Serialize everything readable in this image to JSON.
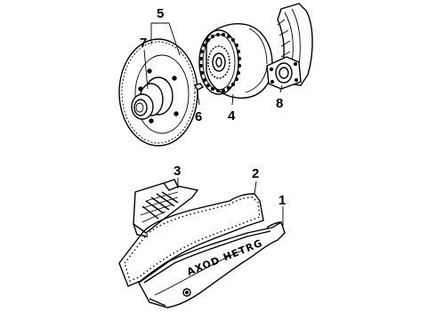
{
  "diagram": {
    "callouts": {
      "c1": "1",
      "c2": "2",
      "c3": "3",
      "c4": "4",
      "c5": "5",
      "c6": "6",
      "c7": "7",
      "c8": "8"
    },
    "pan_stamp": "AXOD HETRG"
  }
}
